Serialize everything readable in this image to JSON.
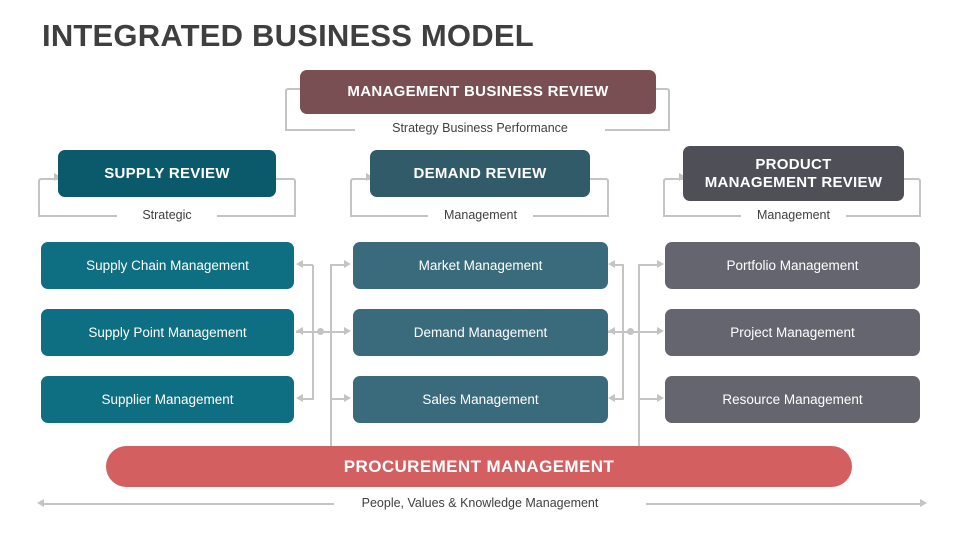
{
  "title": "INTEGRATED BUSINESS MODEL",
  "colors": {
    "title": "#3f3f3f",
    "management_review": "#7a4f54",
    "supply": "#0e6e82",
    "supply_header": "#0b5a6b",
    "demand": "#3a6b7c",
    "demand_header": "#315b69",
    "product": "#65656f",
    "product_header": "#4f4f58",
    "procurement": "#d35f61",
    "connector": "#c4c4c4",
    "background": "#ffffff"
  },
  "top": {
    "box_label": "MANAGEMENT BUSINESS REVIEW",
    "caption": "Strategy Business Performance"
  },
  "columns": [
    {
      "key": "supply",
      "header_label": "SUPPLY REVIEW",
      "caption": "Strategic",
      "items": [
        {
          "label": "Supply Chain Management"
        },
        {
          "label": "Supply Point Management"
        },
        {
          "label": "Supplier Management"
        }
      ]
    },
    {
      "key": "demand",
      "header_label": "DEMAND REVIEW",
      "caption": "Management",
      "items": [
        {
          "label": "Market Management"
        },
        {
          "label": "Demand Management"
        },
        {
          "label": "Sales Management"
        }
      ]
    },
    {
      "key": "product",
      "header_label": "PRODUCT\nMANAGEMENT REVIEW",
      "header_line1": "PRODUCT",
      "header_line2": "MANAGEMENT REVIEW",
      "caption": "Management",
      "items": [
        {
          "label": "Portfolio Management"
        },
        {
          "label": "Project Management"
        },
        {
          "label": "Resource Management"
        }
      ]
    }
  ],
  "bottom": {
    "bar_label": "PROCUREMENT MANAGEMENT",
    "caption": "People, Values & Knowledge Management"
  }
}
